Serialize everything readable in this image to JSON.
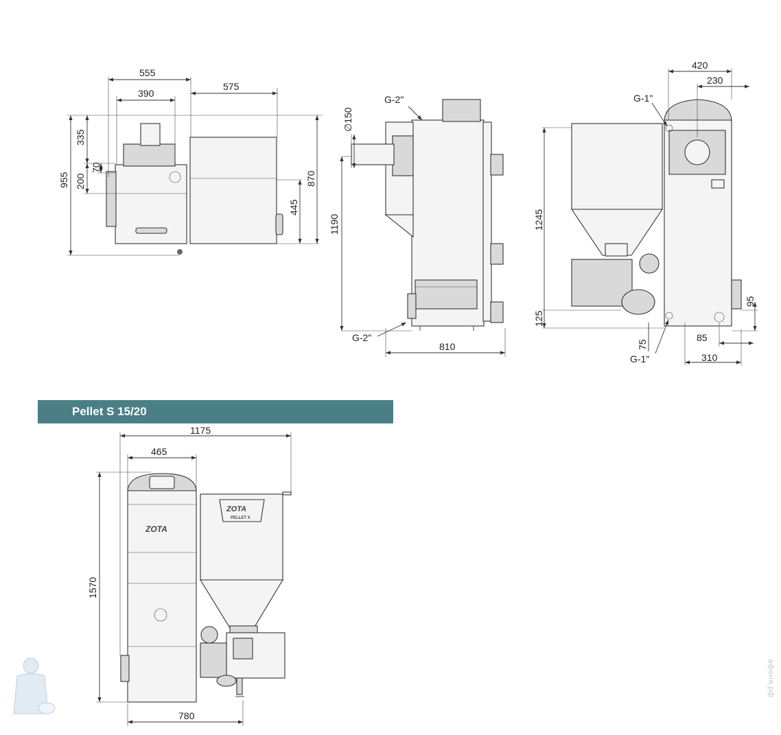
{
  "banner": {
    "title": "Pellet S 15/20"
  },
  "brand": {
    "logo": "ZOTA",
    "hopper_model": "PELLET X"
  },
  "watermark": {
    "text": "aфоня.рф"
  },
  "colors": {
    "banner": "#4a7f86",
    "line": "#333333"
  },
  "view_top": {
    "d555": "555",
    "d390": "390",
    "d575": "575",
    "d335": "335",
    "d70": "70",
    "d200": "200",
    "d955": "955",
    "d445": "445",
    "d870": "870"
  },
  "view_side": {
    "g2_top": "G-2\"",
    "d150": "∅150",
    "d1190": "1190",
    "g2_bottom": "G-2\"",
    "d810": "810"
  },
  "view_back": {
    "d420": "420",
    "d230": "230",
    "g1_top": "G-1\"",
    "d1245": "1245",
    "d125": "125",
    "d95": "95",
    "d75": "75",
    "d85": "85",
    "g1_bottom": "G-1\"",
    "d310": "310"
  },
  "view_front": {
    "d1175": "1175",
    "d465": "465",
    "d1570": "1570",
    "d780": "780"
  }
}
